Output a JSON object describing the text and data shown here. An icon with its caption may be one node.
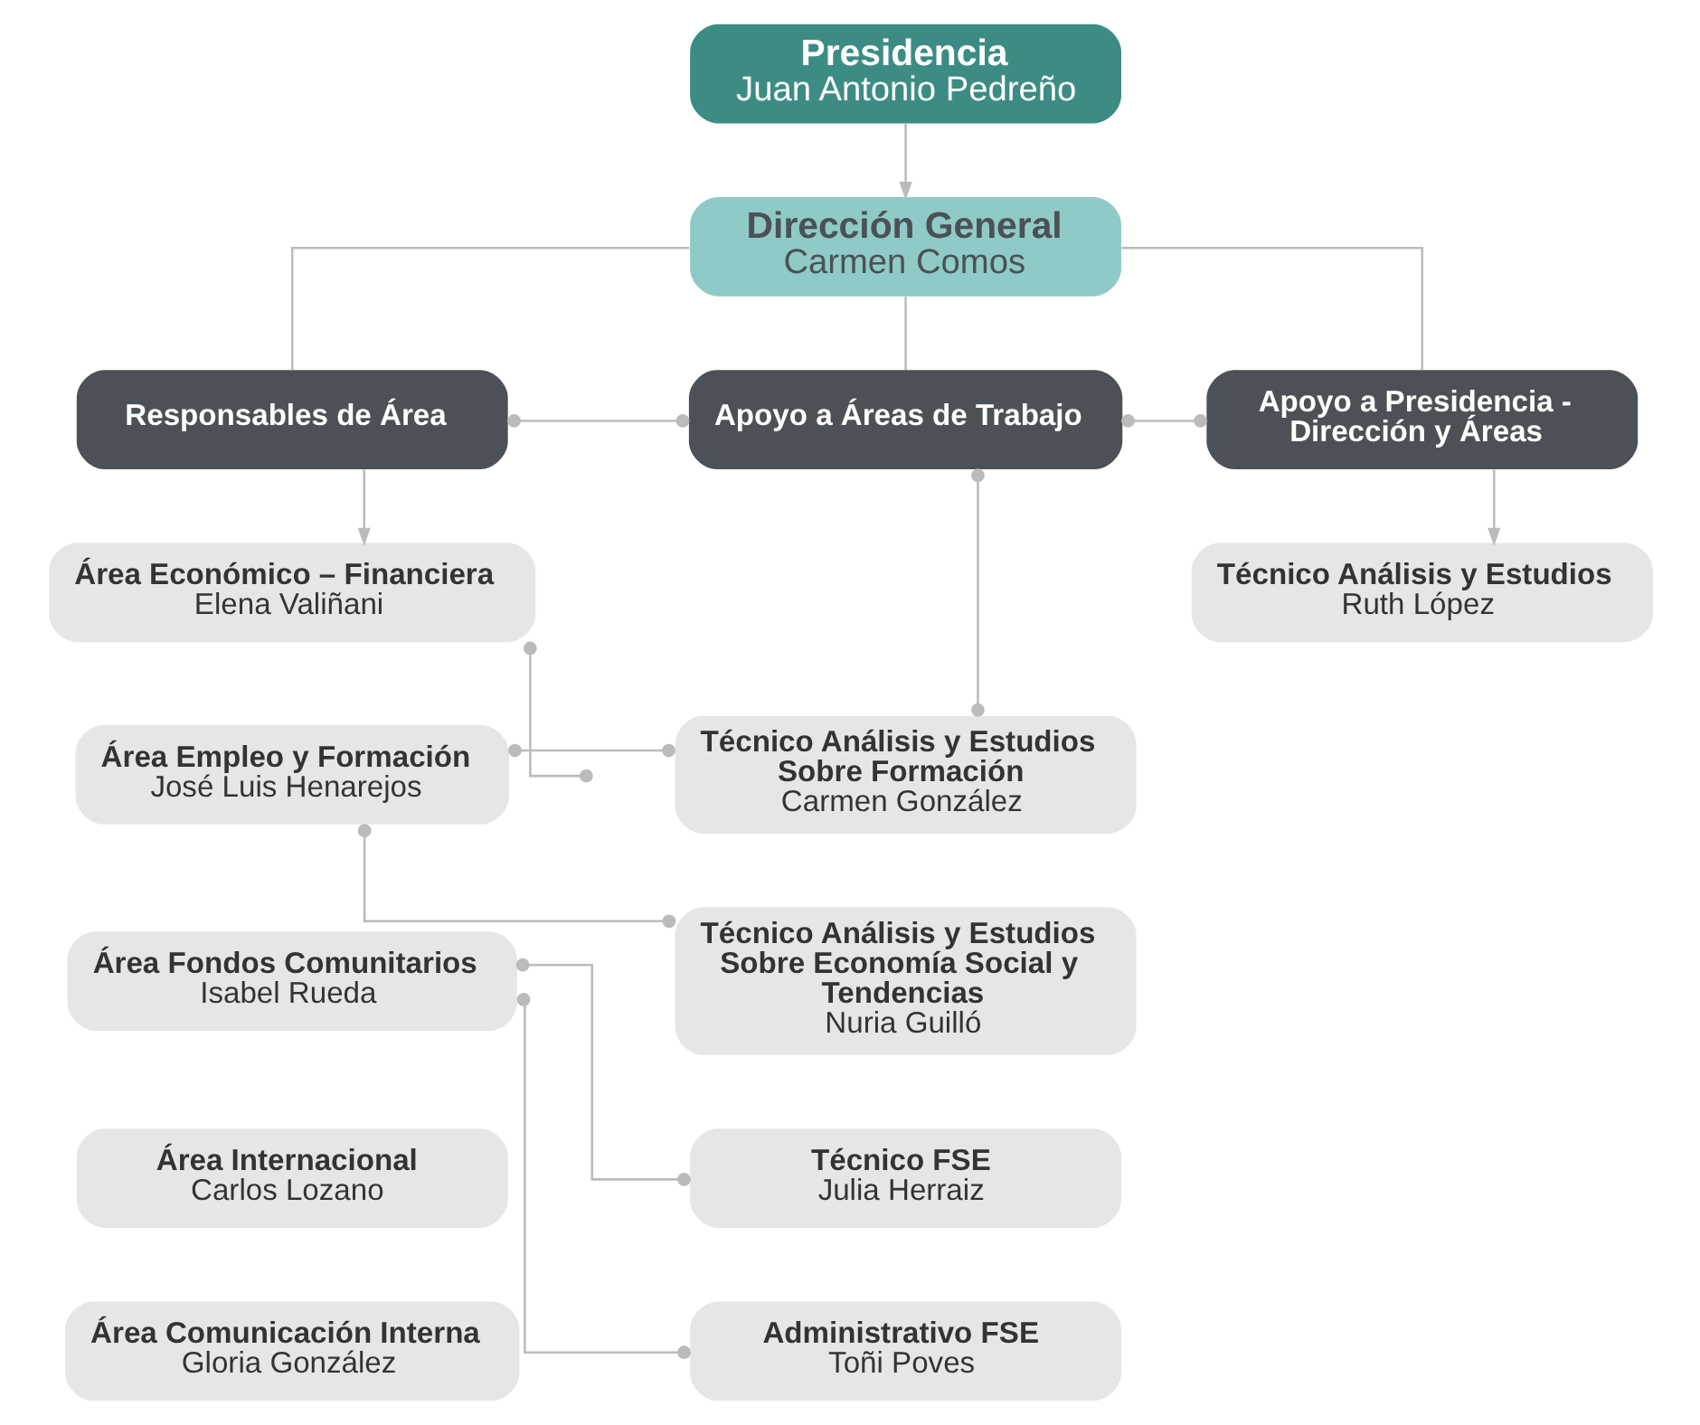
{
  "diagram": {
    "nodes": [
      {
        "text": [
          "Presidencia",
          "Juan Antonio Pedreño"
        ]
      },
      {
        "text": [
          "Dirección General",
          "Carmen Comos"
        ]
      },
      {
        "text": [
          "Responsables de Área"
        ]
      },
      {
        "text": [
          "Apoyo a Áreas de Trabajo"
        ]
      },
      {
        "text": [
          "Apoyo a Presidencia - Dirección y Áreas"
        ]
      },
      {
        "text": [
          "Área Económico – Financiera",
          "Elena Valiñani"
        ]
      },
      {
        "text": [
          "Técnico Análisis y Estudios",
          "Ruth López"
        ]
      },
      {
        "text": [
          "Área Empleo y Formación",
          "José Luis Henarejos"
        ]
      },
      {
        "text": [
          "Técnico Análisis y Estudios Sobre Formación",
          "Carmen González"
        ]
      },
      {
        "text": [
          "Área Fondos Comunitarios",
          "Isabel Rueda"
        ]
      },
      {
        "text": [
          "Técnico Análisis y Estudios Sobre Economía Social y Tendencias",
          "Nuria Guilló"
        ]
      },
      {
        "text": [
          "Área Internacional",
          "Carlos Lozano"
        ]
      },
      {
        "text": [
          "Técnico FSE",
          "Julia Herraiz"
        ]
      },
      {
        "text": [
          "Área Comunicación Interna",
          "Gloria González"
        ]
      },
      {
        "text": [
          "Administrativo FSE",
          "Toñi Poves"
        ]
      }
    ],
    "edges": [
      {
        "from": 0,
        "to": 1,
        "arrow": "to"
      },
      {
        "from": 1,
        "to": 2,
        "arrow": "none"
      },
      {
        "from": 1,
        "to": 3,
        "arrow": "none"
      },
      {
        "from": 1,
        "to": 4,
        "arrow": "none"
      },
      {
        "from": 2,
        "to": 3,
        "arrow": "other"
      },
      {
        "from": 3,
        "to": 4,
        "arrow": "other"
      },
      {
        "from": 2,
        "to": 5,
        "arrow": "to"
      },
      {
        "from": 4,
        "to": 6,
        "arrow": "to"
      },
      {
        "from": 5,
        "to": null,
        "arrow": "other"
      },
      {
        "from": 3,
        "to": 8,
        "arrow": "other"
      },
      {
        "from": 7,
        "to": 8,
        "arrow": "other"
      },
      {
        "from": 7,
        "to": 10,
        "arrow": "other"
      },
      {
        "from": 9,
        "to": 12,
        "arrow": "other"
      },
      {
        "from": 9,
        "to": 14,
        "arrow": "other"
      }
    ]
  }
}
